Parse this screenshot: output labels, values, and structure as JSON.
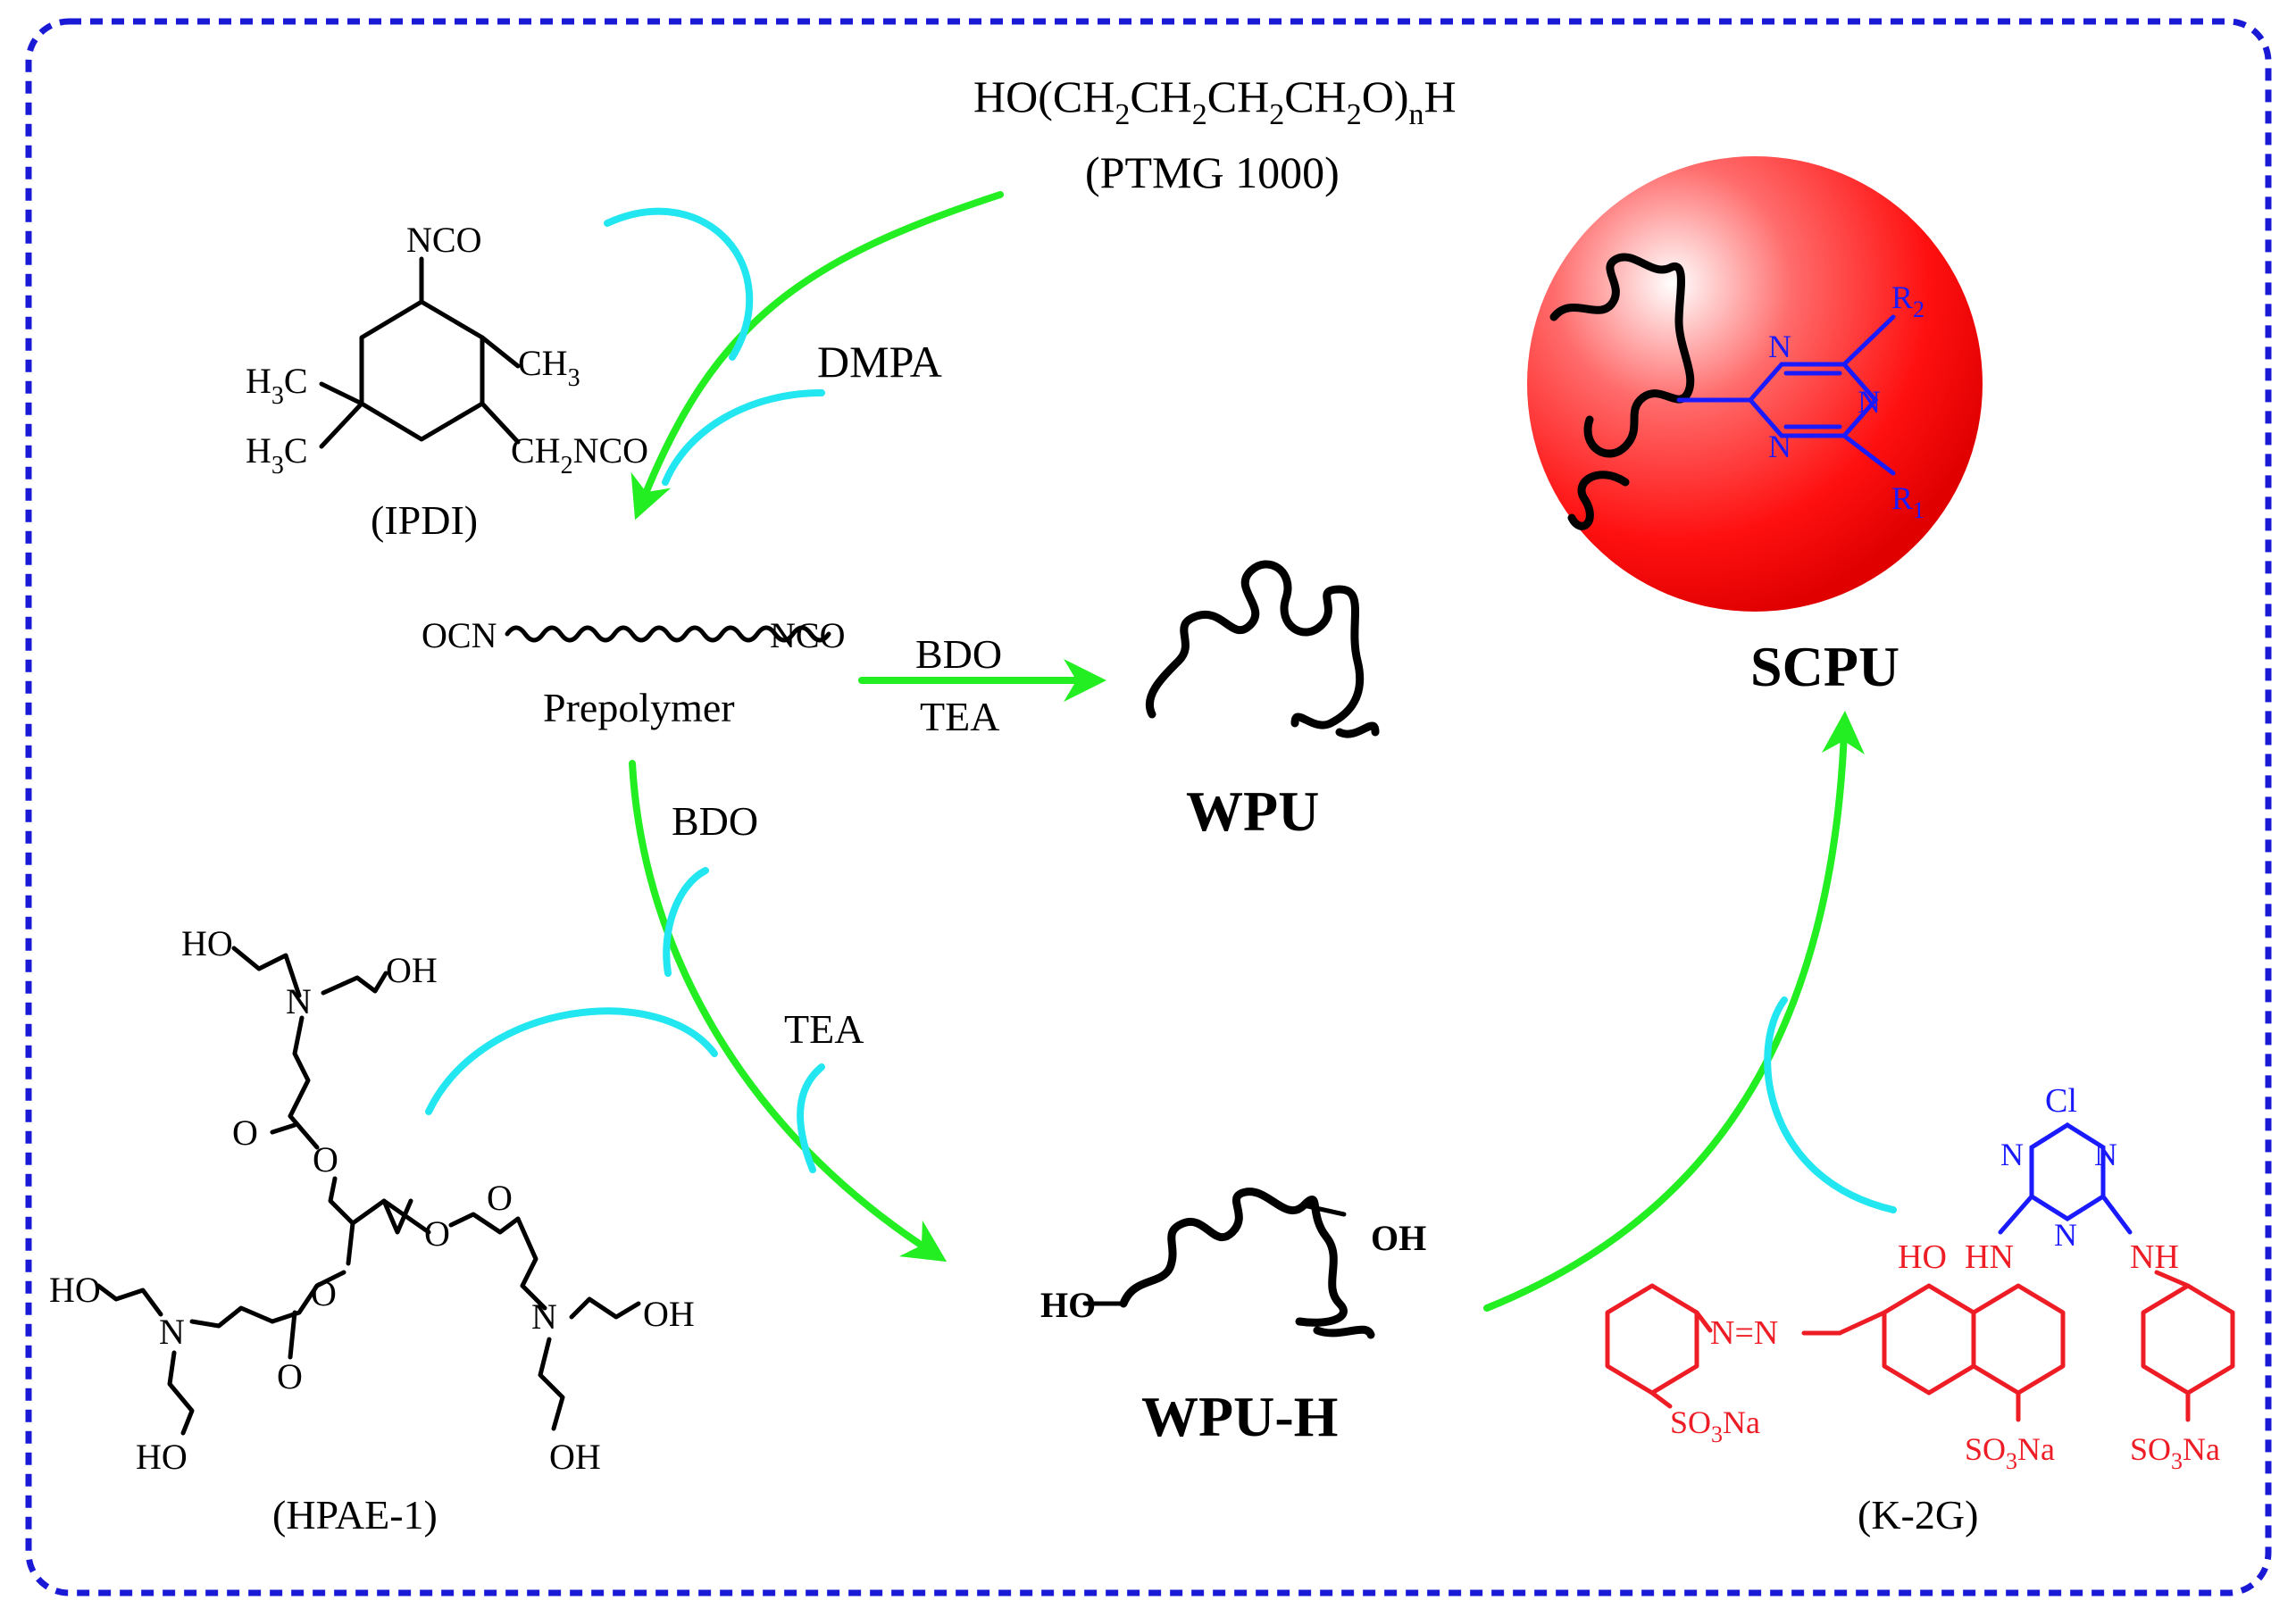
{
  "ptmg": {
    "formula_ho": "HO(CH",
    "sub2": "2",
    "ch": "CH",
    "o": "O)",
    "sub_n": "n",
    "h": "H",
    "name": "(PTMG 1000)"
  },
  "ipdi": {
    "nco_top": "NCO",
    "ch3_right": "CH",
    "sub3": "3",
    "h3c_a": "H",
    "c_a": "C",
    "ch2nco_a": "CH",
    "ch2nco_b": "NCO",
    "name": "(IPDI)"
  },
  "reagents": {
    "dmpa": "DMPA",
    "bdo_right": "BDO",
    "tea_right": "TEA",
    "bdo_down": "BDO",
    "tea_down": "TEA"
  },
  "prepolymer": {
    "ocn": "OCN",
    "nco": "NCO",
    "name": "Prepolymer"
  },
  "products": {
    "wpu": "WPU",
    "wpu_h": "WPU-H",
    "scpu": "SCPU",
    "oh": "OH",
    "ho": "HO"
  },
  "scpu_labels": {
    "n": "N",
    "r": "R",
    "sub1": "1",
    "sub2": "2"
  },
  "hpae": {
    "ho": "HO",
    "oh": "OH",
    "n": "N",
    "o": "O",
    "name": "(HPAE-1)"
  },
  "k2g": {
    "cl": "Cl",
    "n": "N",
    "ho": "HO",
    "hn": "HN",
    "nh": "NH",
    "azo": "N=N",
    "so3na_a": "SO",
    "so3na_b": "Na",
    "sub3": "3",
    "name": "(K-2G)"
  },
  "colors": {
    "border": "#1a1ad6",
    "green": "#22ee22",
    "cyan": "#22e6f0",
    "red": "#ee1c25",
    "blue": "#1a1aff"
  }
}
